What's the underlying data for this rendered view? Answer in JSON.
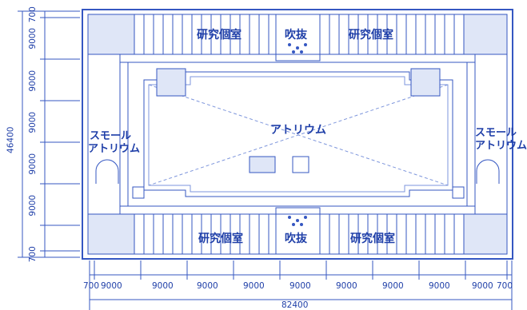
{
  "rooms": {
    "research_top_left": "研究個室",
    "fukinuke_top": "吹抜",
    "research_top_right": "研究個室",
    "atrium": "アトリウム",
    "small_atrium_left_line1": "スモール",
    "small_atrium_left_line2": "アトリウム",
    "small_atrium_right_line1": "スモール",
    "small_atrium_right_line2": "アトリウム",
    "research_bottom_left": "研究個室",
    "fukinuke_bottom": "吹抜",
    "research_bottom_right": "研究個室"
  },
  "dims_horizontal": {
    "spans": [
      "700",
      "9000",
      "9000",
      "9000",
      "9000",
      "9000",
      "9000",
      "9000",
      "9000",
      "9000",
      "700"
    ],
    "total": "82400"
  },
  "dims_vertical": {
    "spans": [
      "700",
      "9000",
      "9000",
      "9000",
      "9000",
      "9000",
      "700"
    ],
    "total": "46400"
  },
  "colors": {
    "line": "#3557c2",
    "line_light": "#7e96dc",
    "text": "#1f3fa8",
    "fill": "#dfe6f7"
  }
}
